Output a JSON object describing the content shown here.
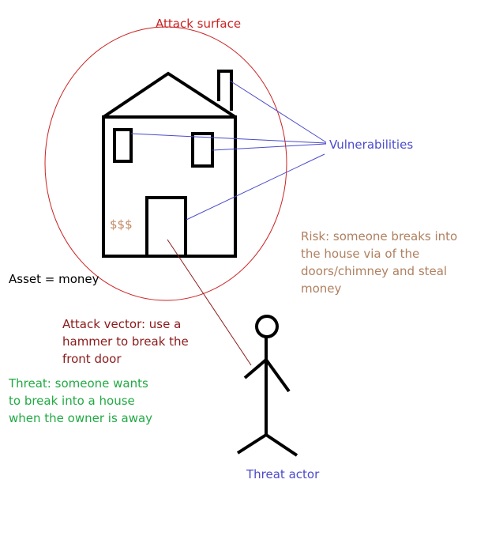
{
  "labels": {
    "attack_surface": "Attack surface",
    "vulnerabilities": "Vulnerabilities",
    "money_symbol": "$$$",
    "asset": "Asset = money",
    "risk": [
      "Risk: someone breaks into",
      "the house via of the",
      "doors/chimney and steal",
      "money"
    ],
    "attack_vector": [
      "Attack vector: use a",
      "hammer to break the",
      "front door"
    ],
    "threat": [
      "Threat: someone wants",
      "to break into a house",
      "when the owner is away"
    ],
    "threat_actor": "Threat actor"
  },
  "colors": {
    "attack_surface": "#cc2222",
    "vulnerabilities": "#4a4acc",
    "money": "#c08860",
    "asset": "#000000",
    "risk": "#b08060",
    "attack_vector": "#8b1a1a",
    "threat": "#22aa44",
    "threat_actor": "#4a4acc",
    "drawing": "#000000"
  }
}
